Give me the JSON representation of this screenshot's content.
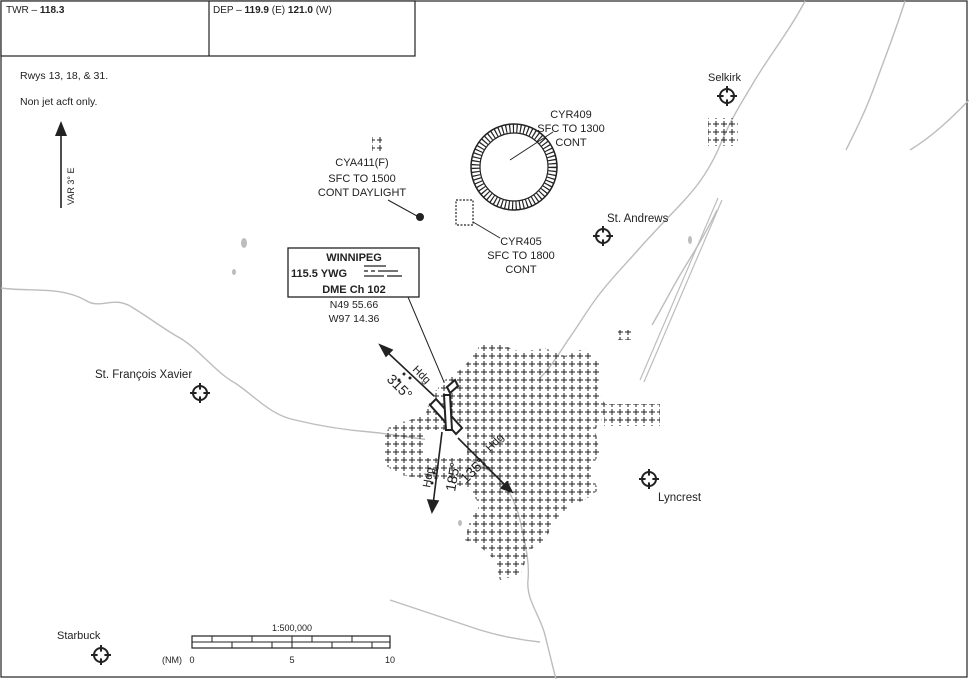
{
  "header": {
    "twr_label": "TWR",
    "twr_freq": "118.3",
    "dep_label": "DEP",
    "dep_freq_e": "119.9",
    "dep_freq_e_note": "(E)",
    "dep_freq_w": "121.0",
    "dep_freq_w_note": "(W)"
  },
  "notes": {
    "runways": "Rwys 13, 18, & 31.",
    "aircraft": "Non jet acft only."
  },
  "north_arrow": {
    "label": "VAR 3° E"
  },
  "airspace": {
    "cya411": {
      "name": "CYA411(F)",
      "line1": "SFC TO 1500",
      "line2": "CONT DAYLIGHT"
    },
    "cyr409": {
      "name": "CYR409",
      "line1": "SFC TO 1300",
      "line2": "CONT"
    },
    "cyr405": {
      "name": "CYR405",
      "line1": "SFC TO 1800",
      "line2": "CONT"
    }
  },
  "navaid": {
    "name": "WINNIPEG",
    "freq": "115.5",
    "ident": "YWG",
    "dme": "DME Ch 102",
    "lat": "N49 55.66",
    "lon": "W97 14.36"
  },
  "headings": {
    "hdg_label": "Hdg",
    "h315": "315°",
    "h185": "185°",
    "h135": "135°"
  },
  "places": {
    "selkirk": "Selkirk",
    "st_andrews": "St. Andrews",
    "st_francois": "St. François Xavier",
    "lyncrest": "Lyncrest",
    "starbuck": "Starbuck"
  },
  "scale": {
    "ratio": "1:500,000",
    "unit": "(NM)",
    "ticks": [
      "0",
      "5",
      "10"
    ]
  },
  "colors": {
    "ink": "#222222",
    "river": "#bfbfbf",
    "background": "#ffffff"
  }
}
